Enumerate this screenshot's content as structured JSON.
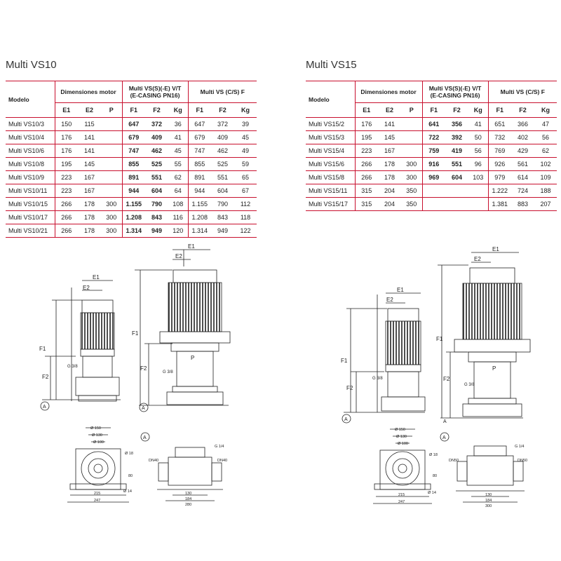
{
  "vs10": {
    "title": "Multi VS10",
    "headers": {
      "modelo": "Modelo",
      "dim": "Dimensiones motor",
      "ev_1": "Multi VS(S)(-E) V/T",
      "ev_2": "(E-CASING PN16)",
      "f": "Multi VS (C/S) F"
    },
    "sub": [
      "E1",
      "E2",
      "P",
      "F1",
      "F2",
      "Kg",
      "F1",
      "F2",
      "Kg"
    ],
    "rows": [
      [
        "Multi VS10/3",
        "150",
        "115",
        "",
        "647",
        "372",
        "36",
        "647",
        "372",
        "39"
      ],
      [
        "Multi VS10/4",
        "176",
        "141",
        "",
        "679",
        "409",
        "41",
        "679",
        "409",
        "45"
      ],
      [
        "Multi VS10/6",
        "176",
        "141",
        "",
        "747",
        "462",
        "45",
        "747",
        "462",
        "49"
      ],
      [
        "Multi VS10/8",
        "195",
        "145",
        "",
        "855",
        "525",
        "55",
        "855",
        "525",
        "59"
      ],
      [
        "Multi VS10/9",
        "223",
        "167",
        "",
        "891",
        "551",
        "62",
        "891",
        "551",
        "65"
      ],
      [
        "Multi VS10/11",
        "223",
        "167",
        "",
        "944",
        "604",
        "64",
        "944",
        "604",
        "67"
      ],
      [
        "Multi VS10/15",
        "266",
        "178",
        "300",
        "1.155",
        "790",
        "108",
        "1.155",
        "790",
        "112"
      ],
      [
        "Multi VS10/17",
        "266",
        "178",
        "300",
        "1.208",
        "843",
        "116",
        "1.208",
        "843",
        "118"
      ],
      [
        "Multi VS10/21",
        "266",
        "178",
        "300",
        "1.314",
        "949",
        "120",
        "1.314",
        "949",
        "122"
      ]
    ]
  },
  "vs15": {
    "title": "Multi VS15",
    "headers": {
      "modelo": "Modelo",
      "dim": "Dimensiones motor",
      "ev_1": "Multi VS(S)(-E) V/T",
      "ev_2": "(E-CASING PN16)",
      "f": "Multi VS (C/S) F"
    },
    "sub": [
      "E1",
      "E2",
      "P",
      "F1",
      "F2",
      "Kg",
      "F1",
      "F2",
      "Kg"
    ],
    "rows": [
      [
        "Multi VS15/2",
        "176",
        "141",
        "",
        "641",
        "356",
        "41",
        "651",
        "366",
        "47"
      ],
      [
        "Multi VS15/3",
        "195",
        "145",
        "",
        "722",
        "392",
        "50",
        "732",
        "402",
        "56"
      ],
      [
        "Multi VS15/4",
        "223",
        "167",
        "",
        "759",
        "419",
        "56",
        "769",
        "429",
        "62"
      ],
      [
        "Multi VS15/6",
        "266",
        "178",
        "300",
        "916",
        "551",
        "96",
        "926",
        "561",
        "102"
      ],
      [
        "Multi VS15/8",
        "266",
        "178",
        "300",
        "969",
        "604",
        "103",
        "979",
        "614",
        "109"
      ],
      [
        "Multi VS15/11",
        "315",
        "204",
        "350",
        "",
        "",
        "",
        "1.222",
        "724",
        "188"
      ],
      [
        "Multi VS15/17",
        "315",
        "204",
        "350",
        "",
        "",
        "",
        "1.381",
        "883",
        "207"
      ]
    ]
  },
  "drawing_labels": {
    "e1": "E1",
    "e2": "E2",
    "f1": "F1",
    "f2": "F2",
    "p": "P",
    "a": "A",
    "g38": "G 3/8",
    "g14": "G 1/4",
    "d150": "Ø 150",
    "d130": "Ø 130",
    "d100": "Ø 100",
    "d18": "Ø 18",
    "d14": "Ø 14",
    "dn40": "DN40",
    "dn50": "DN50",
    "n80": "80",
    "n215": "215",
    "n247": "247",
    "n130": "130",
    "n184": "184",
    "n280": "280",
    "n300": "300"
  }
}
